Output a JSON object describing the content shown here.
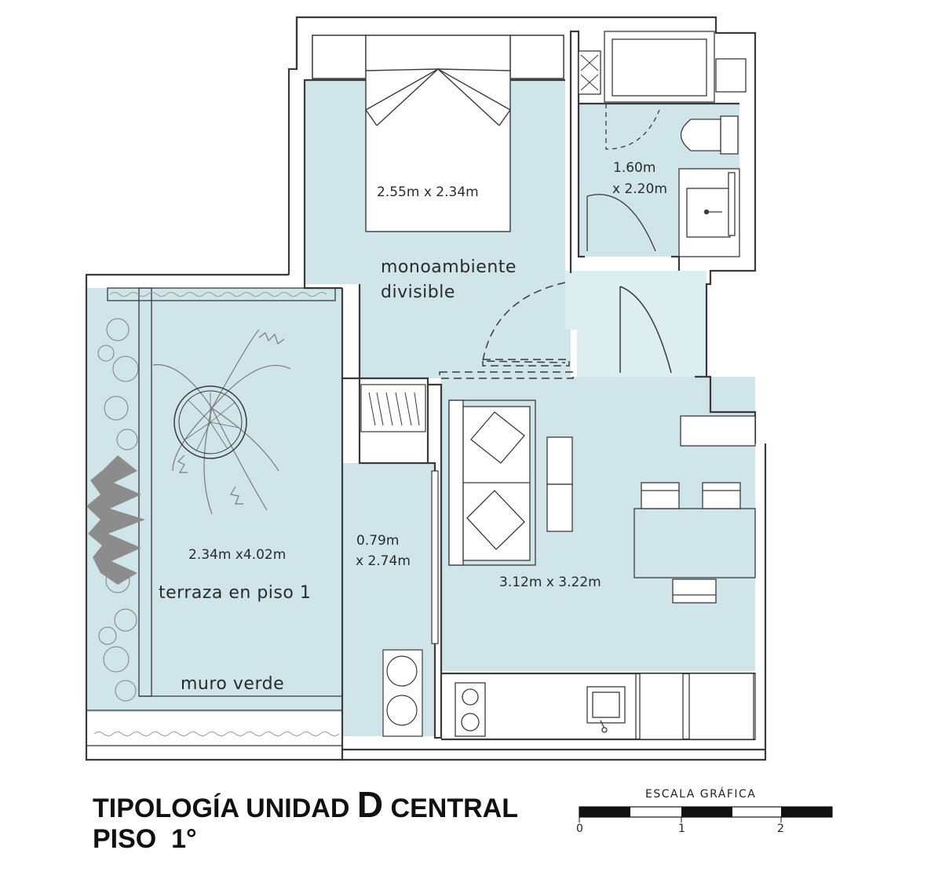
{
  "plan": {
    "rooms": {
      "bedroom_dims": "2.55m x 2.34m",
      "bathroom_dims_1": "1.60m",
      "bathroom_dims_2": "x 2.20m",
      "studio_1": "monoambiente",
      "studio_2": "divisible",
      "terrace_dims": "2.34m x4.02m",
      "terrace_name": "terraza en piso 1",
      "green_wall": "muro verde",
      "closet_dims_1": "0.79m",
      "closet_dims_2": "x 2.74m",
      "living_dims": "3.12m x 3.22m"
    },
    "colors": {
      "room_fill": "#cfe5ea",
      "room_fill_light": "#ddeef1",
      "wall": "#3a3a3a",
      "plant": "#8c8c8c"
    }
  },
  "title": {
    "line1_pre": "TIPOLOGÍA UNIDAD",
    "line1_letter": "D",
    "line1_post": "CENTRAL",
    "line2": "PISO  1°"
  },
  "scale": {
    "label": "ESCALA  GRÁFICA",
    "ticks": [
      "0",
      "1",
      "2"
    ]
  }
}
